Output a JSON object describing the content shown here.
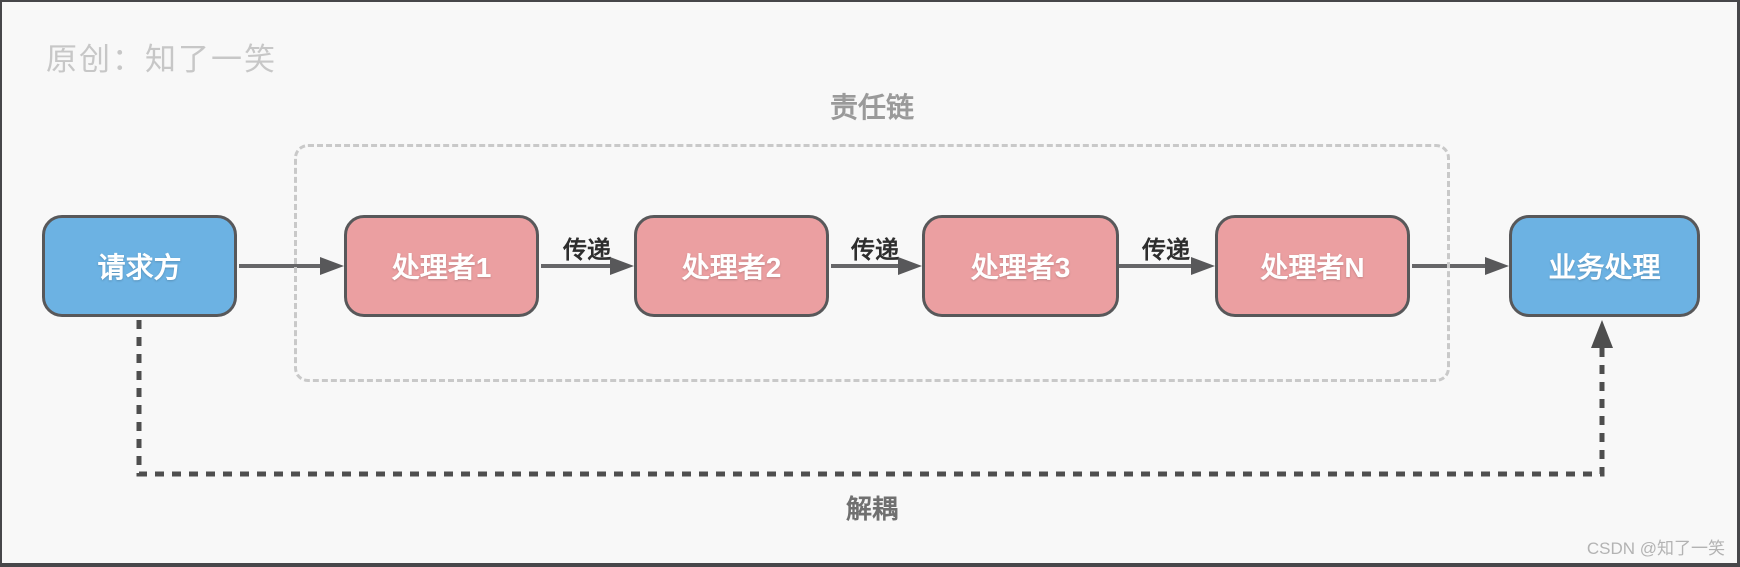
{
  "watermarks": {
    "top_left": "原创：知了一笑",
    "bottom_right": "CSDN @知了一笑"
  },
  "diagram": {
    "title": "责任链",
    "decouple_label": "解耦",
    "pass_labels": [
      "传递",
      "传递",
      "传递"
    ],
    "nodes": [
      {
        "id": "requester",
        "label": "请求方",
        "type": "blue"
      },
      {
        "id": "handler-1",
        "label": "处理者1",
        "type": "pink"
      },
      {
        "id": "handler-2",
        "label": "处理者2",
        "type": "pink"
      },
      {
        "id": "handler-3",
        "label": "处理者3",
        "type": "pink"
      },
      {
        "id": "handler-n",
        "label": "处理者N",
        "type": "pink"
      },
      {
        "id": "business",
        "label": "业务处理",
        "type": "blue"
      }
    ],
    "colors": {
      "endpoint_box": "#6cb2e3",
      "handler_box": "#eb9fa1",
      "box_border": "#58585a",
      "solid_arrow": "#666668",
      "arrowhead": "#58585a",
      "dashed_container_border": "#c9c9c9",
      "dashed_connector": "#4e4e4e",
      "background": "#f8f8f8",
      "title_text": "#9a9a9a",
      "pass_text": "#2e2e2e",
      "decouple_text": "#707070",
      "watermark_top_text": "#c7c7c7",
      "watermark_bottom_text": "#b3b3b3"
    }
  }
}
